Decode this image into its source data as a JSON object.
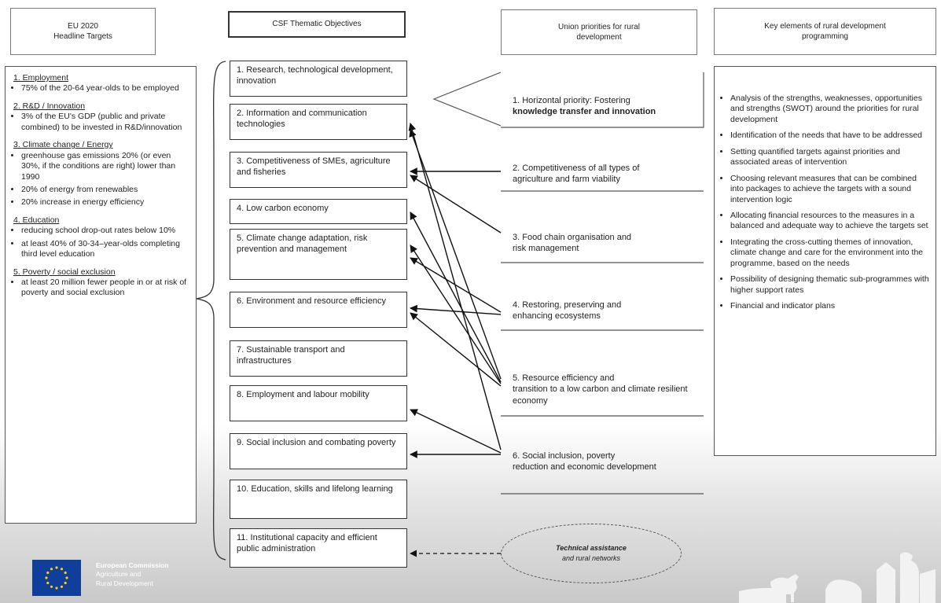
{
  "headers": {
    "eu2020": [
      "EU 2020",
      "Headline Targets"
    ],
    "csf": "CSF Thematic Objectives",
    "union": [
      "Union priorities for rural",
      "development"
    ],
    "key": [
      "Key elements of rural development",
      "programming"
    ]
  },
  "targets": [
    {
      "title": "1. Employment",
      "bullets": [
        "75% of the 20-64 year-olds to be employed"
      ]
    },
    {
      "title": "2. R&D / Innovation",
      "bullets": [
        "3% of the EU's GDP (public and private combined) to be invested in R&D/innovation"
      ]
    },
    {
      "title": "3. Climate change / Energy",
      "bullets": [
        "greenhouse gas emissions 20% (or even 30%, if the conditions are right) lower than 1990",
        "20% of energy from renewables",
        "20% increase in energy efficiency"
      ]
    },
    {
      "title": "4. Education",
      "bullets": [
        "reducing school drop-out rates below 10%",
        "at least 40% of 30-34–year-olds completing third level education"
      ]
    },
    {
      "title": "5. Poverty / social exclusion",
      "bullets": [
        "at least 20 million fewer people in or at risk of poverty and social exclusion"
      ]
    }
  ],
  "objectives": [
    "1. Research, technological development, innovation",
    "2. Information and communication technologies",
    "3. Competitiveness of SMEs, agriculture and fisheries",
    "4. Low carbon economy",
    "5. Climate change adaptation, risk prevention and management",
    "6. Environment and resource efficiency",
    "7. Sustainable transport and infrastructures",
    "8. Employment and labour mobility",
    "9. Social inclusion and combating poverty",
    "10. Education, skills and lifelong learning",
    "11. Institutional capacity and efficient public administration"
  ],
  "priorities": [
    {
      "pre": "1. Horizontal priority: Fostering",
      "rest": "knowledge transfer and innovation"
    },
    {
      "pre": "2. Competitiveness of all types of",
      "rest": "agriculture and farm viability"
    },
    {
      "pre": "3. Food chain organisation and",
      "rest": "risk management"
    },
    {
      "pre": "4. Restoring, preserving and",
      "rest": "enhancing ecosystems"
    },
    {
      "pre": "5. Resource efficiency and",
      "rest": "transition to a low carbon and climate resilient economy"
    },
    {
      "pre": "6. Social inclusion, poverty",
      "rest": "reduction and economic development"
    }
  ],
  "key_elements": [
    "Analysis of the strengths, weaknesses, opportunities and strengths (SWOT) around the priorities for rural development",
    "Identification of the needs that have to be addressed",
    "Setting quantified targets against priorities and associated areas of intervention",
    "Choosing relevant measures that can be combined into packages to achieve the targets with a sound intervention logic",
    "Allocating financial resources to the measures in a balanced and adequate way to achieve the targets set",
    "Integrating the cross-cutting themes of innovation, climate change and care for the environment into the programme, based on the needs",
    "Possibility of designing thematic sub-programmes with higher support rates",
    "Financial and indicator plans"
  ],
  "technical_assistance": {
    "title": "Technical assistance",
    "subtitle": "and rural networks"
  },
  "footer": {
    "org": "European Commission",
    "dept_line1": "Agriculture and",
    "dept_line2": "Rural Development"
  },
  "icons": {
    "eu_flag": "eu-flag-icon",
    "farm": "farm-silhouette-icon"
  },
  "colors": {
    "eu_blue": "#0f3f9a",
    "eu_star": "#ffcc00"
  }
}
